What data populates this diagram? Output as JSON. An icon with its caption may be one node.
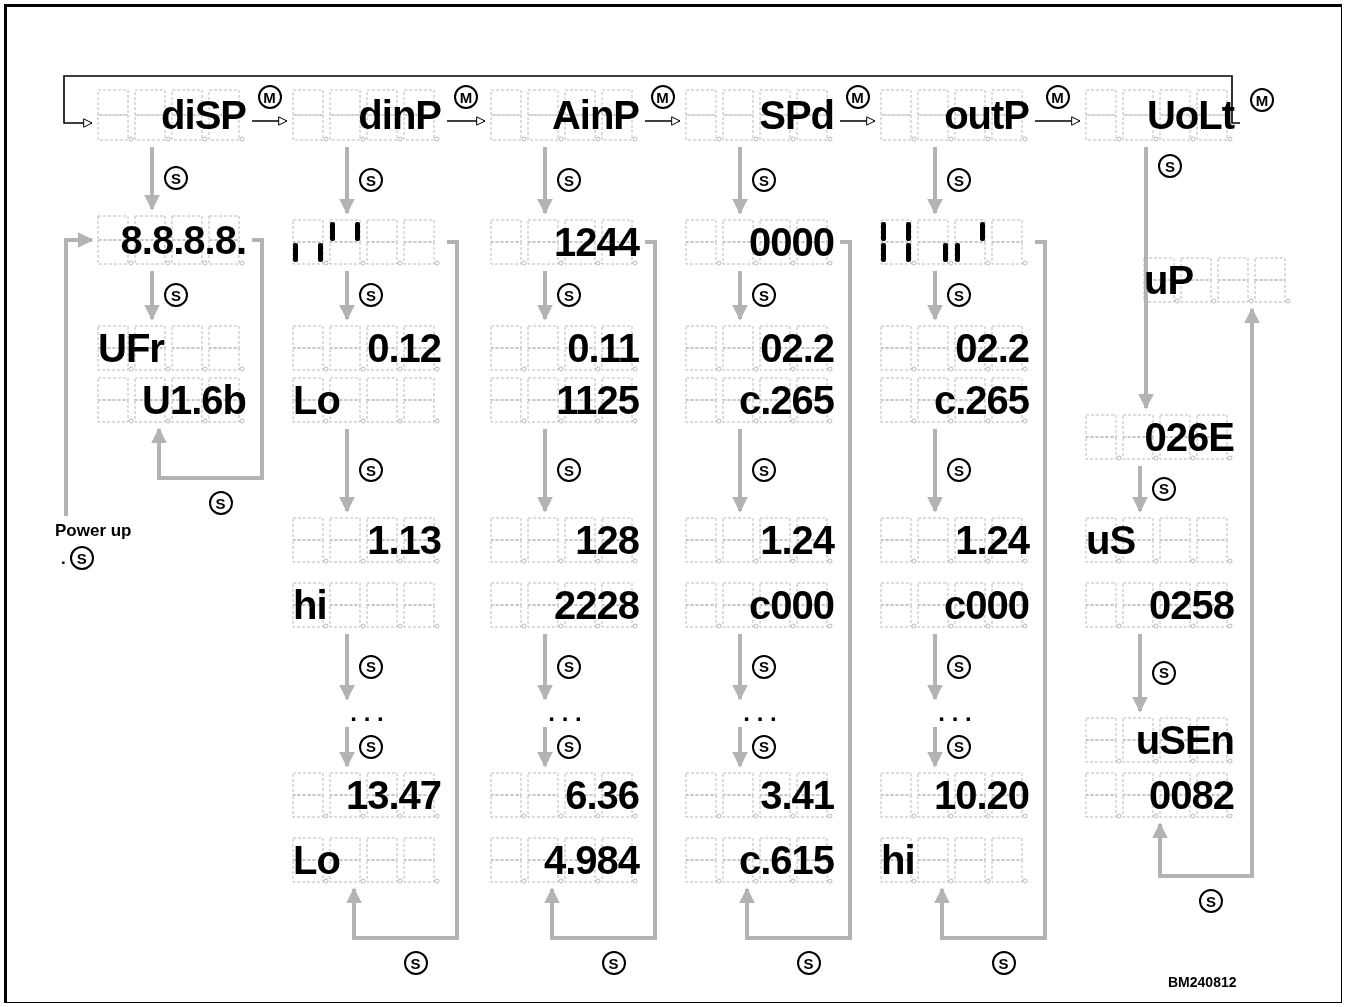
{
  "diagram": {
    "nodes": [
      {
        "text": [
          "diSP"
        ]
      },
      {
        "text": [
          "dinP"
        ]
      },
      {
        "text": [
          "AinP"
        ]
      },
      {
        "text": [
          "SPd"
        ]
      },
      {
        "text": [
          "outP"
        ]
      },
      {
        "text": [
          "UoLt"
        ]
      },
      {
        "text": [
          "8.8.8.8."
        ]
      },
      {
        "text": [
          "UFr"
        ]
      },
      {
        "text": [
          "U1.6b"
        ]
      },
      {
        "text": [
          "Power up"
        ],
        "beside": [
          ".",
          "S"
        ]
      },
      {
        "text": [],
        "shape": "box"
      },
      {
        "text": [
          "0.12"
        ]
      },
      {
        "text": [
          "Lo"
        ]
      },
      {
        "text": [
          "1.13"
        ]
      },
      {
        "text": [
          "hi"
        ]
      },
      {
        "text": [
          ". . ."
        ]
      },
      {
        "text": [
          "13.47"
        ]
      },
      {
        "text": [
          "Lo"
        ]
      },
      {
        "text": [
          "1244"
        ]
      },
      {
        "text": [
          "0.11"
        ]
      },
      {
        "text": [
          "1125"
        ]
      },
      {
        "text": [
          "128"
        ]
      },
      {
        "text": [
          "2228"
        ]
      },
      {
        "text": [
          ". . ."
        ]
      },
      {
        "text": [
          "6.36"
        ]
      },
      {
        "text": [
          "4.984"
        ]
      },
      {
        "text": [
          "0000"
        ]
      },
      {
        "text": [
          "02.2"
        ]
      },
      {
        "text": [
          "c.265"
        ]
      },
      {
        "text": [
          "1.24"
        ]
      },
      {
        "text": [
          "c000"
        ]
      },
      {
        "text": [
          ". . ."
        ]
      },
      {
        "text": [
          "3.41"
        ]
      },
      {
        "text": [
          "c.615"
        ]
      },
      {
        "text": [],
        "shape": "box"
      },
      {
        "text": [
          "02.2"
        ]
      },
      {
        "text": [
          "c.265"
        ]
      },
      {
        "text": [
          "1.24"
        ]
      },
      {
        "text": [
          "c000"
        ]
      },
      {
        "text": [
          ". . ."
        ]
      },
      {
        "text": [
          "10.20"
        ]
      },
      {
        "text": [
          "hi"
        ]
      },
      {
        "text": [
          "uP"
        ]
      },
      {
        "text": [
          "026E"
        ]
      },
      {
        "text": [
          "uS"
        ]
      },
      {
        "text": [
          "0258"
        ]
      },
      {
        "text": [
          "uSEn"
        ]
      },
      {
        "text": [
          "0082"
        ]
      }
    ],
    "edges": [
      {
        "from": 0,
        "to": 1,
        "arrow": "to",
        "label": "M",
        "color": "#000000"
      },
      {
        "from": 1,
        "to": 2,
        "arrow": "to",
        "label": "M",
        "color": "#000000"
      },
      {
        "from": 2,
        "to": 3,
        "arrow": "to",
        "label": "M",
        "color": "#000000"
      },
      {
        "from": 3,
        "to": 4,
        "arrow": "to",
        "label": "M",
        "color": "#000000"
      },
      {
        "from": 4,
        "to": 5,
        "arrow": "to",
        "label": "M",
        "color": "#000000"
      },
      {
        "from": 5,
        "to": 0,
        "arrow": "to",
        "label": "M",
        "color": "#000000"
      },
      {
        "from": 0,
        "to": 6,
        "arrow": "to",
        "label": "S"
      },
      {
        "from": 6,
        "to": 7,
        "arrow": "to",
        "label": "S"
      },
      {
        "from": 6,
        "to": 8,
        "arrow": "to",
        "label": "S"
      },
      {
        "from": 9,
        "to": 6,
        "arrow": "to"
      },
      {
        "from": 1,
        "to": 10,
        "arrow": "to",
        "label": "S"
      },
      {
        "from": 10,
        "to": 11,
        "arrow": "to",
        "label": "S"
      },
      {
        "from": 12,
        "to": 13,
        "arrow": "to",
        "label": "S"
      },
      {
        "from": 14,
        "to": 15,
        "arrow": "to",
        "label": "S"
      },
      {
        "from": 15,
        "to": 16,
        "arrow": "to",
        "label": "S"
      },
      {
        "from": 10,
        "to": 17,
        "arrow": "to",
        "label": "S"
      },
      {
        "from": 2,
        "to": 18,
        "arrow": "to",
        "label": "S"
      },
      {
        "from": 18,
        "to": 19,
        "arrow": "to",
        "label": "S"
      },
      {
        "from": 20,
        "to": 21,
        "arrow": "to",
        "label": "S"
      },
      {
        "from": 22,
        "to": 23,
        "arrow": "to",
        "label": "S"
      },
      {
        "from": 23,
        "to": 24,
        "arrow": "to",
        "label": "S"
      },
      {
        "from": 18,
        "to": 25,
        "arrow": "to",
        "label": "S"
      },
      {
        "from": 3,
        "to": 26,
        "arrow": "to",
        "label": "S"
      },
      {
        "from": 26,
        "to": 27,
        "arrow": "to",
        "label": "S"
      },
      {
        "from": 28,
        "to": 29,
        "arrow": "to",
        "label": "S"
      },
      {
        "from": 30,
        "to": 31,
        "arrow": "to",
        "label": "S"
      },
      {
        "from": 31,
        "to": 32,
        "arrow": "to",
        "label": "S"
      },
      {
        "from": 26,
        "to": 33,
        "arrow": "to",
        "label": "S"
      },
      {
        "from": 4,
        "to": 34,
        "arrow": "to",
        "label": "S"
      },
      {
        "from": 34,
        "to": 35,
        "arrow": "to",
        "label": "S"
      },
      {
        "from": 36,
        "to": 37,
        "arrow": "to",
        "label": "S"
      },
      {
        "from": 38,
        "to": 39,
        "arrow": "to",
        "label": "S"
      },
      {
        "from": 39,
        "to": 40,
        "arrow": "to",
        "label": "S"
      },
      {
        "from": 34,
        "to": 41,
        "arrow": "to",
        "label": "S"
      },
      {
        "from": 5,
        "to": 43,
        "arrow": "to",
        "label": "S"
      },
      {
        "from": 43,
        "to": 44,
        "arrow": "to",
        "label": "S"
      },
      {
        "from": 45,
        "to": 46,
        "arrow": "to",
        "label": "S"
      },
      {
        "from": 47,
        "to": 42,
        "arrow": "both",
        "label": "S"
      }
    ],
    "labels": [
      "BM240812"
    ]
  }
}
